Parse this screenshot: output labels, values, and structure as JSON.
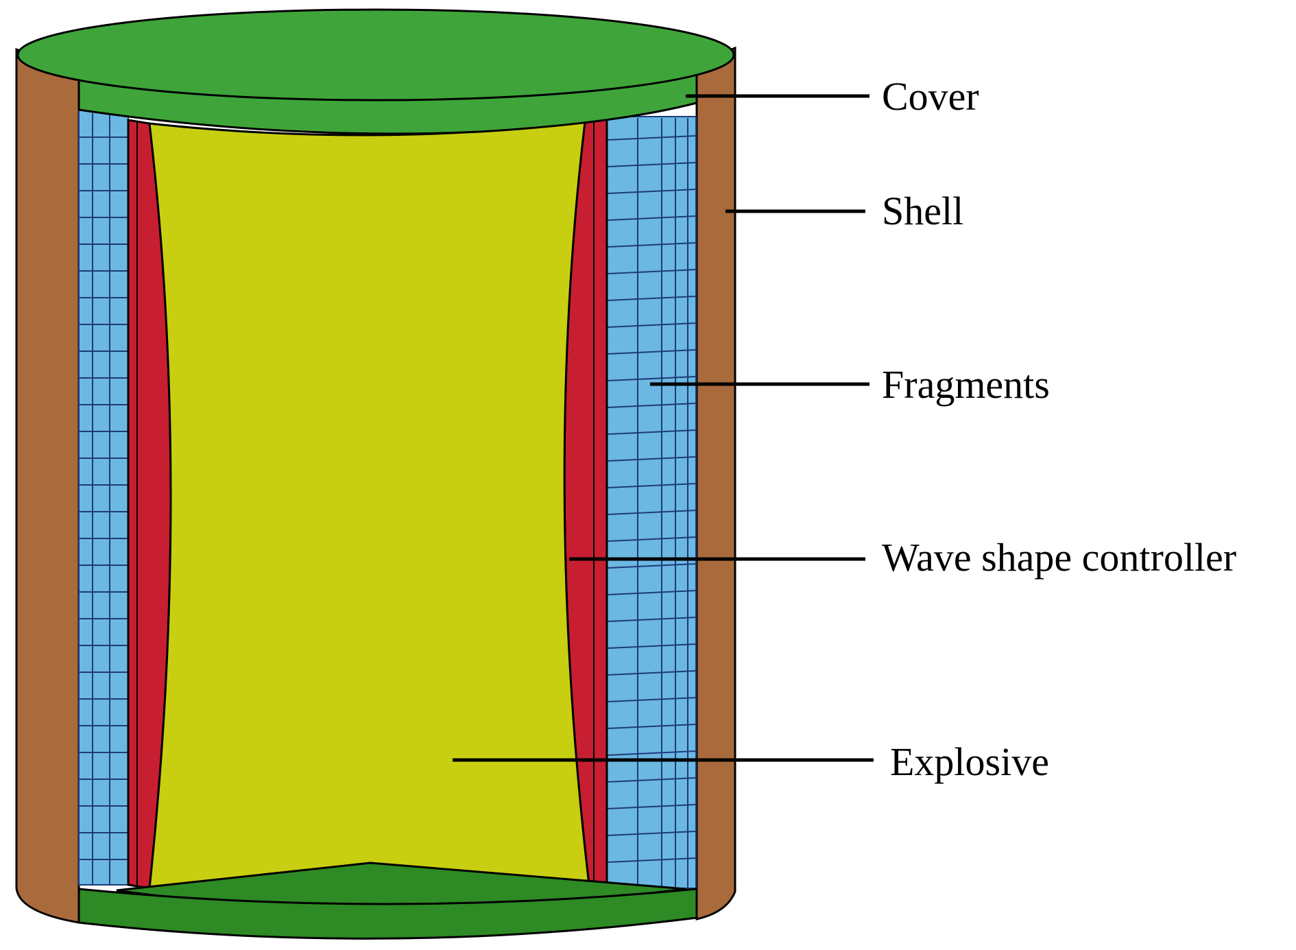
{
  "labels": {
    "cover": "Cover",
    "shell": "Shell",
    "fragments": "Fragments",
    "wave_shape_controller": "Wave shape controller",
    "explosive": "Explosive"
  },
  "colors": {
    "shell": "#A96A3C",
    "cover": "#3FA53A",
    "bottom_cover": "#2E8A24",
    "fragments": "#6BB8E2",
    "fragment_grid": "#1E3A78",
    "wave_shape_controller": "#C81E32",
    "explosive": "#C8CF10",
    "outline": "#000000"
  }
}
